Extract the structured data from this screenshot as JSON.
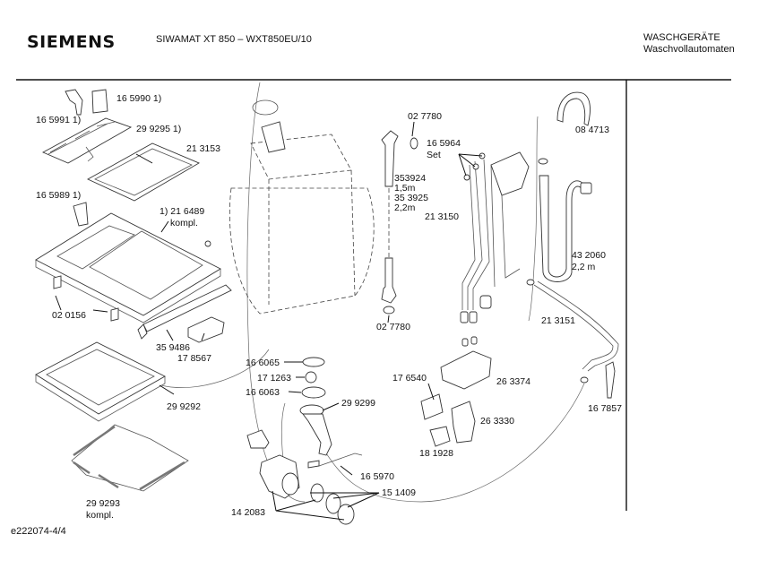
{
  "header": {
    "brand": "SIEMENS",
    "model": "SIWAMAT XT 850 – WXT850EU/10",
    "category": "WASCHGERÄTE",
    "subcategory": "Waschvollautomaten"
  },
  "footer": {
    "code": "e222074-4/4"
  },
  "parts": [
    {
      "id": "p165990",
      "number": "16 5990 1)"
    },
    {
      "id": "p165991",
      "number": "16 5991 1)"
    },
    {
      "id": "p299295",
      "number": "29 9295 1)"
    },
    {
      "id": "p213153",
      "number": "21 3153"
    },
    {
      "id": "p165989",
      "number": "16 5989 1)"
    },
    {
      "id": "p216489",
      "number": "1) 21 6489",
      "note": "kompl."
    },
    {
      "id": "p020156",
      "number": "02 0156"
    },
    {
      "id": "p359486",
      "number": "35 9486"
    },
    {
      "id": "p178567",
      "number": "17 8567"
    },
    {
      "id": "p299292",
      "number": "29 9292"
    },
    {
      "id": "p299293",
      "number": "29 9293",
      "note": "kompl."
    },
    {
      "id": "p027780a",
      "number": "02 7780"
    },
    {
      "id": "p353924",
      "number": "353924",
      "note": "1,5m"
    },
    {
      "id": "p353925",
      "number": "35 3925",
      "note": "2,2m"
    },
    {
      "id": "p027780b",
      "number": "02 7780"
    },
    {
      "id": "p165964",
      "number": "16 5964",
      "note": "Set"
    },
    {
      "id": "p213150",
      "number": "21 3150"
    },
    {
      "id": "p084713",
      "number": "08 4713"
    },
    {
      "id": "p432060",
      "number": "43 2060",
      "note": "2,2 m"
    },
    {
      "id": "p213151",
      "number": "21 3151"
    },
    {
      "id": "p166065",
      "number": "16 6065"
    },
    {
      "id": "p171263",
      "number": "17 1263"
    },
    {
      "id": "p166063",
      "number": "16 6063"
    },
    {
      "id": "p299299",
      "number": "29 9299"
    },
    {
      "id": "p176540",
      "number": "17 6540"
    },
    {
      "id": "p263374",
      "number": "26 3374"
    },
    {
      "id": "p263330",
      "number": "26 3330"
    },
    {
      "id": "p181928",
      "number": "18 1928"
    },
    {
      "id": "p167857",
      "number": "16 7857"
    },
    {
      "id": "p165970",
      "number": "16 5970"
    },
    {
      "id": "p151409",
      "number": "15 1409"
    },
    {
      "id": "p142083",
      "number": "14 2083"
    }
  ]
}
